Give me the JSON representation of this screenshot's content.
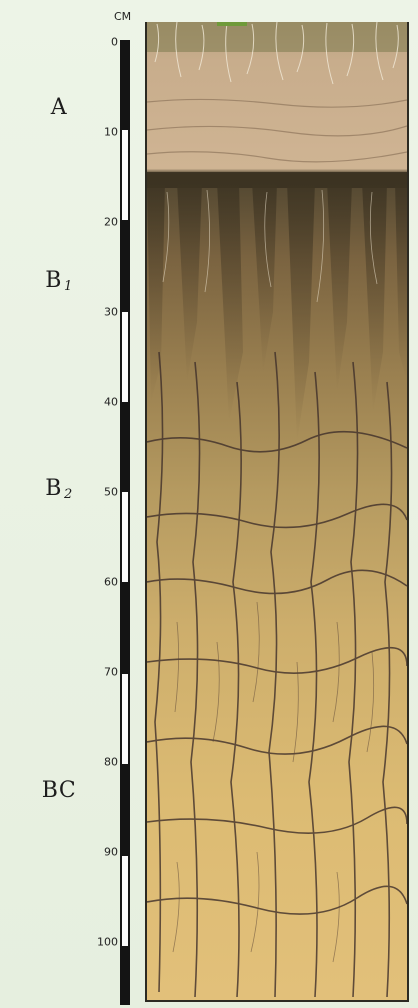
{
  "figure": {
    "unit_label": "СМ",
    "depth_ticks": [
      "0",
      "10",
      "20",
      "30",
      "40",
      "50",
      "60",
      "70",
      "80",
      "90",
      "100"
    ],
    "horizons": [
      {
        "label": "A",
        "sub": ""
      },
      {
        "label": "B",
        "sub": "1"
      },
      {
        "label": "B",
        "sub": "2"
      },
      {
        "label": "BC",
        "sub": ""
      }
    ]
  },
  "colors": {
    "background": "#e9f1e2",
    "ruler": "#141414",
    "horizon_a": "#c9a98a",
    "horizon_b1": "#8e7147",
    "horizon_b2": "#b99d63",
    "horizon_bc": "#ddba6f",
    "cracks": "#3f2f2a"
  }
}
